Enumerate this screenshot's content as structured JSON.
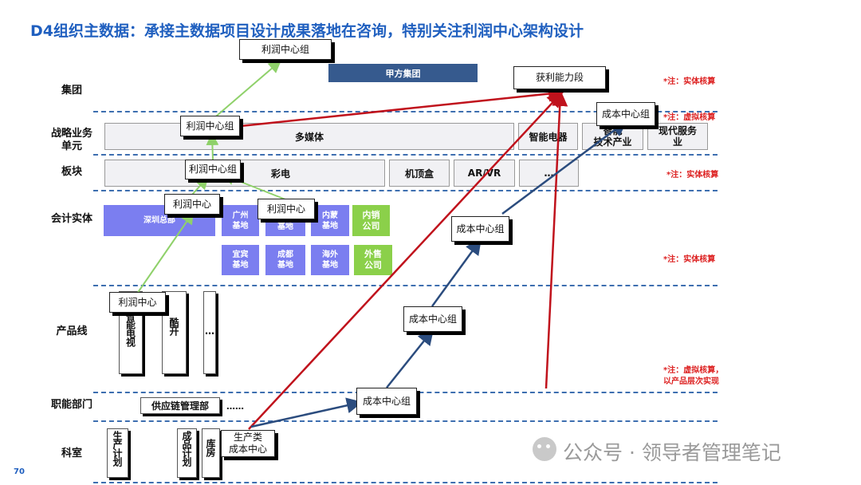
{
  "title": "D4组织主数据：承接主数据项目设计成果落地在咨询，特别关注利润中心架构设计",
  "page_number": "70",
  "watermark": "公众号 · 领导者管理笔记",
  "rows": {
    "group": "集团",
    "sbu": "战略业务\n单元",
    "sector": "板块",
    "entity": "会计实体",
    "productline": "产品线",
    "function": "职能部门",
    "section": "科室"
  },
  "notes": {
    "n1": "*注：实体核算",
    "n2": "*注：虚拟核算",
    "n3": "*注：实体核算",
    "n4": "*注：实体核算",
    "n5": "*注：虚拟核算，\n以产品层次实现"
  },
  "boxes": {
    "party_a": "甲方集团",
    "multimedia": "多媒体",
    "smart_appliance": "智能电器",
    "tech_industry": "智能\n技术产业",
    "modern_service": "现代服务\n业",
    "sector_tv": "彩电",
    "stb": "机顶盒",
    "arvr": "AR/VR",
    "dots": "…",
    "shenzhen": "深圳总部",
    "guangzhou": "广州\n基地",
    "base2": "基地",
    "neimeng": "内蒙\n基地",
    "domestic": "内销\n公司",
    "yibin": "宜宾\n基地",
    "chengdu": "成都\n基地",
    "overseas": "海外\n基地",
    "export": "外售\n公司",
    "smart_tv": "智能电视",
    "kaikai": "酷开",
    "pl_more": "…",
    "supply_chain": "供应链管理部",
    "supply_more": "……",
    "prod_plan": "生产计划",
    "cost_plan": "成品计划",
    "warehouse": "库房"
  },
  "callouts": {
    "profit_group_top": "利润中心组",
    "profit_ability": "获利能力段",
    "cost_group_sbu": "成本中心组",
    "profit_group_sbu": "利润中心组",
    "profit_group_sector": "利润中心组",
    "profit_center_a": "利润中心",
    "profit_center_b": "利润中心",
    "cost_group_entity": "成本中心组",
    "cost_group_pl": "成本中心组",
    "profit_center_pl": "利润中心",
    "cost_group_func": "成本中心组",
    "prod_cost_center": "生产类\n成本中心"
  },
  "colors": {
    "title": "#1f5fbf",
    "note": "#dd2222",
    "party_bar": "#365a8e",
    "entity_blue": "#7b7ef0",
    "entity_green": "#8bd04a",
    "arrow_red": "#c0121c",
    "arrow_navy": "#2b4c7e",
    "arrow_green": "#8fd16a"
  }
}
